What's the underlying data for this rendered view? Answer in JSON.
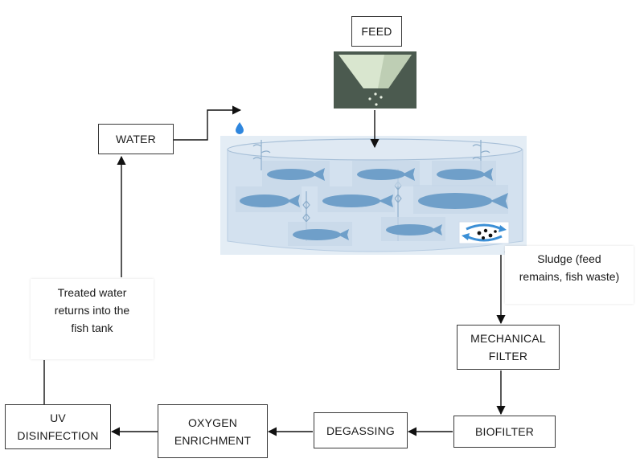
{
  "nodes": {
    "feed": "FEED",
    "water": "WATER",
    "mechanical_filter": [
      "MECHANICAL",
      "FILTER"
    ],
    "biofilter": "BIOFILTER",
    "degassing": "DEGASSING",
    "oxygen_enrichment": [
      "OXYGEN",
      "ENRICHMENT"
    ],
    "uv_disinfection": [
      "UV",
      "DISINFECTION"
    ]
  },
  "notes": {
    "sludge": [
      "Sludge (feed",
      "remains, fish waste)"
    ],
    "treated_water": [
      "Treated water",
      "returns into the",
      "fish tank"
    ]
  },
  "icons": {
    "tank": "fish-tank-icon",
    "hopper": "feed-hopper-icon",
    "droplet": "water-droplet-icon",
    "sludge": "sludge-swirl-icon"
  },
  "colors": {
    "tank_fill": "#dbe7f2",
    "fish": "#6f9fc9",
    "hopper_body": "#4b5a4f",
    "hopper_funnel": "#d9e6cf",
    "arrow": "#111111",
    "droplet": "#2e86de"
  }
}
